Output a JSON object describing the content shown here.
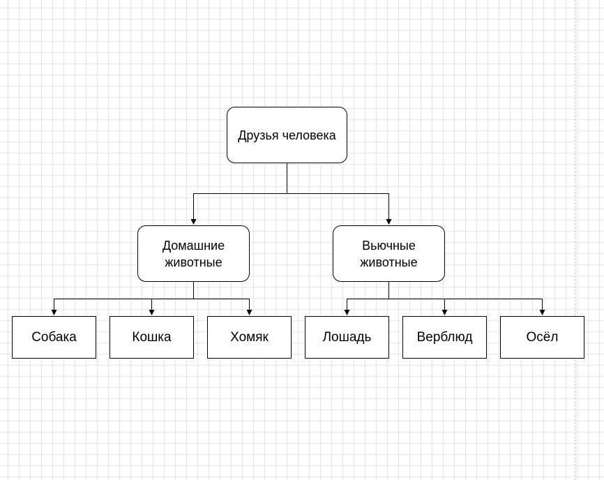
{
  "diagram": {
    "root": {
      "label": "Друзья человека"
    },
    "groups": [
      {
        "label_line1": "Домашние",
        "label_line2": "животные"
      },
      {
        "label_line1": "Вьючные",
        "label_line2": "животные"
      }
    ],
    "leaves": [
      {
        "label": "Собака"
      },
      {
        "label": "Кошка"
      },
      {
        "label": "Хомяк"
      },
      {
        "label": "Лошадь"
      },
      {
        "label": "Верблюд"
      },
      {
        "label": "Осёл"
      }
    ]
  },
  "colors": {
    "stroke": "#000000",
    "fill": "#ffffff",
    "grid": "#e6e6e6"
  }
}
